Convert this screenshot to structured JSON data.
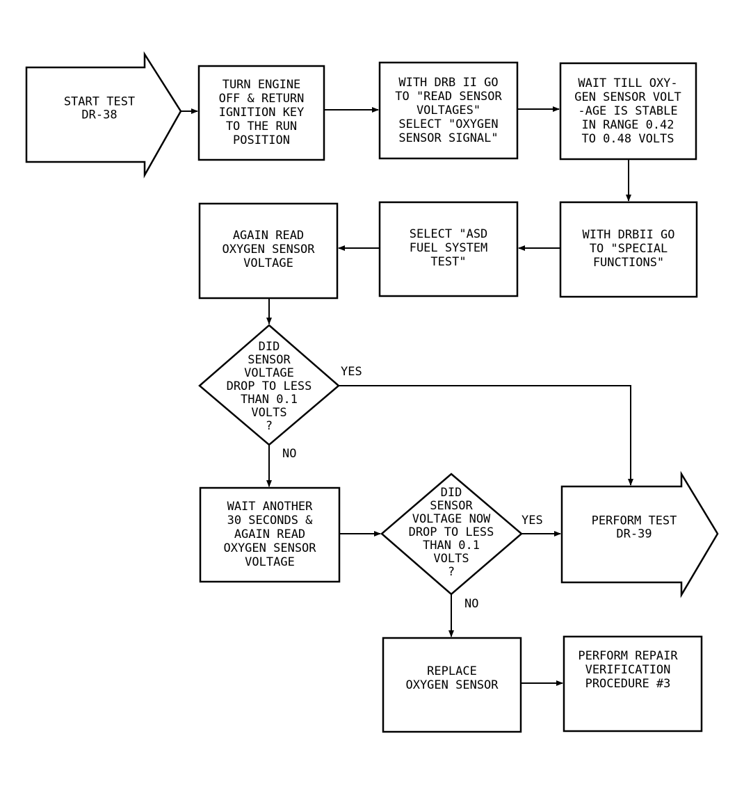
{
  "nodes": {
    "start": {
      "lines": [
        "START TEST",
        "DR-38"
      ]
    },
    "turn_engine_off": {
      "lines": [
        "TURN ENGINE",
        "OFF & RETURN",
        "IGNITION KEY",
        "TO THE RUN",
        "POSITION"
      ]
    },
    "read_sensor_voltages": {
      "lines": [
        "WITH DRB II GO",
        "TO \"READ SENSOR",
        "VOLTAGES\"",
        "SELECT \"OXYGEN",
        "SENSOR SIGNAL\""
      ]
    },
    "wait_stable": {
      "lines": [
        "WAIT TILL OXY-",
        "GEN SENSOR VOLT",
        "-AGE IS STABLE",
        "IN RANGE 0.42",
        "TO 0.48 VOLTS"
      ]
    },
    "special_functions": {
      "lines": [
        "WITH DRBII GO",
        "TO \"SPECIAL",
        "FUNCTIONS\""
      ]
    },
    "select_asd": {
      "lines": [
        "SELECT \"ASD",
        "FUEL SYSTEM",
        "TEST\""
      ]
    },
    "again_read": {
      "lines": [
        "AGAIN READ",
        "OXYGEN SENSOR",
        "VOLTAGE"
      ]
    },
    "decision_1": {
      "lines": [
        "DID",
        "SENSOR",
        "VOLTAGE",
        "DROP TO LESS",
        "THAN 0.1",
        "VOLTS",
        "?"
      ]
    },
    "wait_another": {
      "lines": [
        "WAIT ANOTHER",
        "30 SECONDS &",
        "AGAIN READ",
        "OXYGEN SENSOR",
        "VOLTAGE"
      ]
    },
    "decision_2": {
      "lines": [
        "DID",
        "SENSOR",
        "VOLTAGE NOW",
        "DROP TO LESS",
        "THAN 0.1",
        "VOLTS",
        "?"
      ]
    },
    "perform_test": {
      "lines": [
        "PERFORM TEST",
        "DR-39"
      ]
    },
    "replace_sensor": {
      "lines": [
        "REPLACE",
        "OXYGEN SENSOR"
      ]
    },
    "repair_verification": {
      "lines": [
        "PERFORM REPAIR",
        "VERIFICATION",
        "PROCEDURE #3"
      ]
    }
  },
  "edge_labels": {
    "decision_1_yes": "YES",
    "decision_1_no": "NO",
    "decision_2_yes": "YES",
    "decision_2_no": "NO"
  }
}
